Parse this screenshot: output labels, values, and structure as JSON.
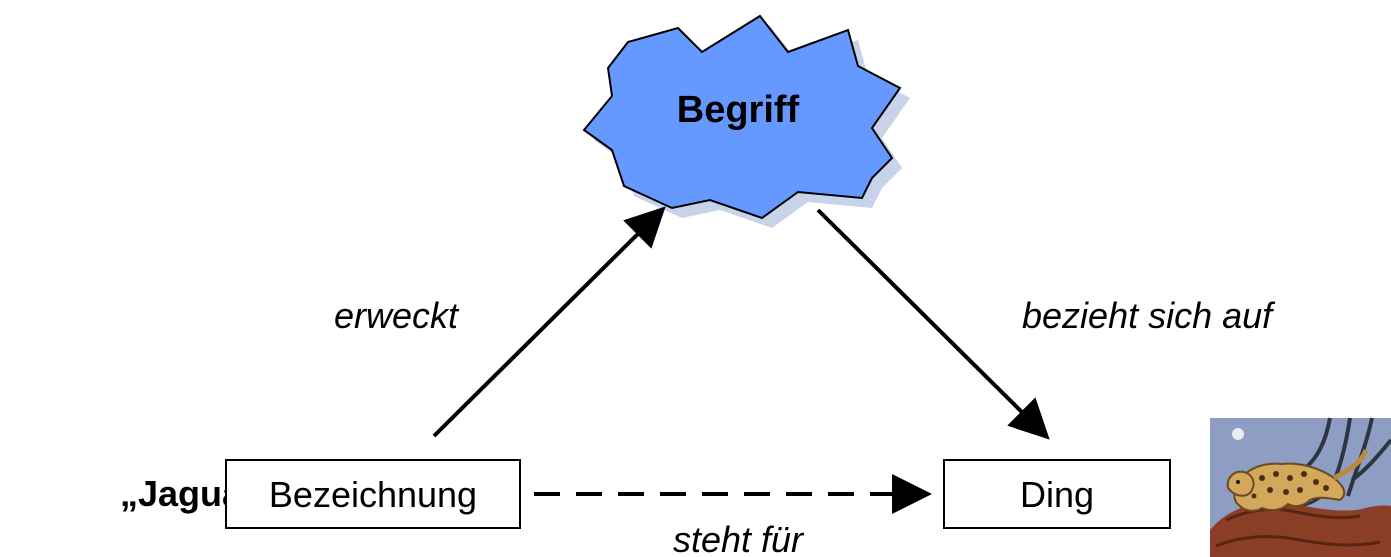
{
  "concept": {
    "label": "Begriff",
    "fill": "#6699FF",
    "shadow": "#C8D2E8"
  },
  "symbol": {
    "label": "Bezeichnung",
    "example": "„Jaguar“"
  },
  "referent": {
    "label": "Ding",
    "image": "jaguar-illustration"
  },
  "edges": {
    "symbol_to_concept": "erweckt",
    "concept_to_referent": "bezieht sich auf",
    "symbol_to_referent": "steht für"
  }
}
